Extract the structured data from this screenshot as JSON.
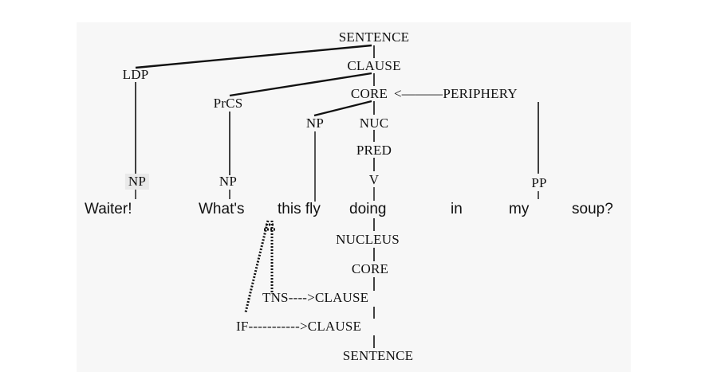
{
  "diagram": {
    "upper_nodes": {
      "sentence": "SENTENCE",
      "clause": "CLAUSE",
      "ldp": "LDP",
      "prcs": "PrCS",
      "core": "CORE",
      "periphery_link": "<———PERIPHERY",
      "np_this_fly": "NP",
      "nuc": "NUC",
      "pred": "PRED",
      "v": "V",
      "np_waiter": "NP",
      "np_whats": "NP",
      "pp": "PP"
    },
    "words": [
      "Waiter!",
      "What's",
      "this fly",
      "doing",
      "in",
      "my",
      "soup?"
    ],
    "lower_nodes": {
      "nucleus": "NUCLEUS",
      "core": "CORE",
      "tns_clause": "TNS---->CLAUSE",
      "if_clause": "IF----------->CLAUSE",
      "sentence": "SENTENCE"
    }
  }
}
